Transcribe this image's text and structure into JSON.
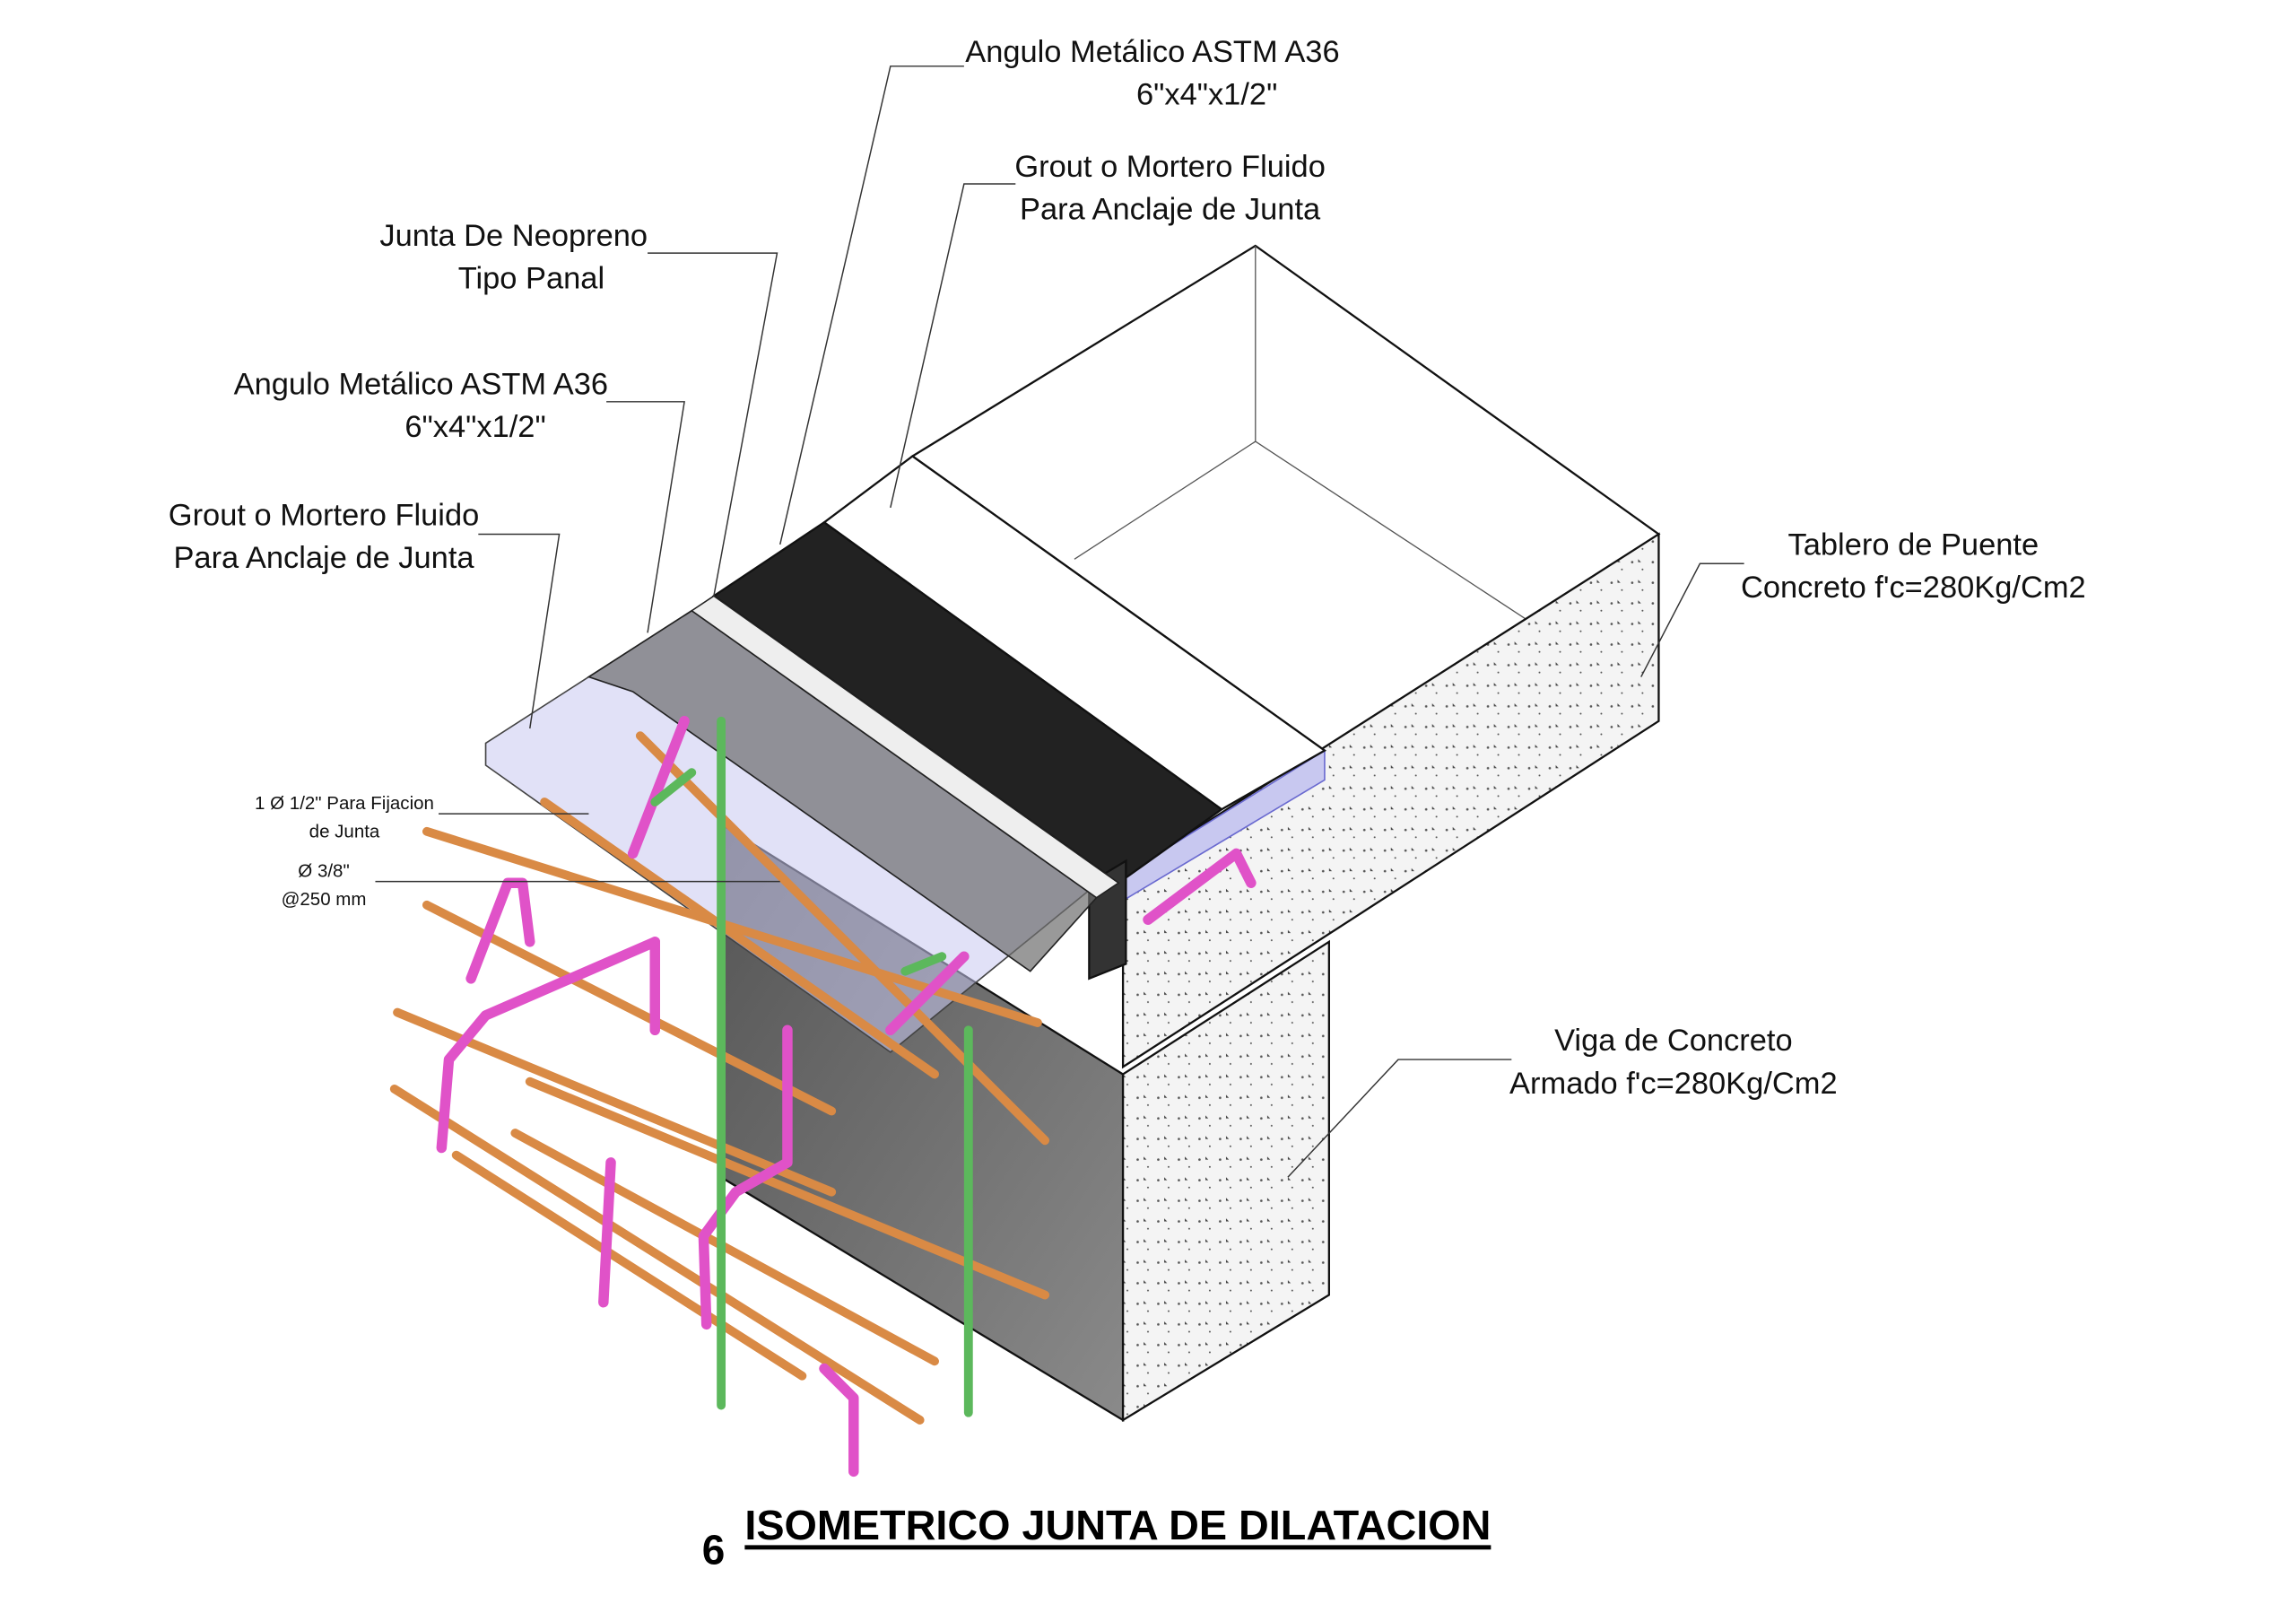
{
  "labels": {
    "angle_top": {
      "line1": "Angulo Metálico ASTM A36",
      "line2": "6\"x4\"x1/2\""
    },
    "grout_top": {
      "line1": "Grout o Mortero Fluido",
      "line2": "Para Anclaje de Junta"
    },
    "neoprene": {
      "line1": "Junta De Neopreno",
      "line2": "Tipo Panal"
    },
    "angle_left": {
      "line1": "Angulo Metálico ASTM A36",
      "line2": "6\"x4\"x1/2\""
    },
    "grout_left": {
      "line1": "Grout o Mortero Fluido",
      "line2": "Para Anclaje de Junta"
    },
    "deck": {
      "line1": "Tablero de Puente",
      "line2": "Concreto f'c=280Kg/Cm2"
    },
    "beam": {
      "line1": "Viga de Concreto",
      "line2": "Armado f'c=280Kg/Cm2"
    },
    "fixing_bar": {
      "line1": "1 Ø 1/2\" Para Fijacion",
      "line2": "de Junta"
    },
    "stirrup": {
      "line1": "Ø 3/8\"",
      "line2": "@250 mm"
    }
  },
  "title": {
    "number": "6",
    "text": "ISOMETRICO JUNTA DE DILATACION"
  },
  "colors": {
    "rebar_orange": "#d98a45",
    "rebar_pink": "#e052c8",
    "rebar_green": "#5cb85c",
    "neoprene": "#222222",
    "grout": "#c8c8f0"
  }
}
